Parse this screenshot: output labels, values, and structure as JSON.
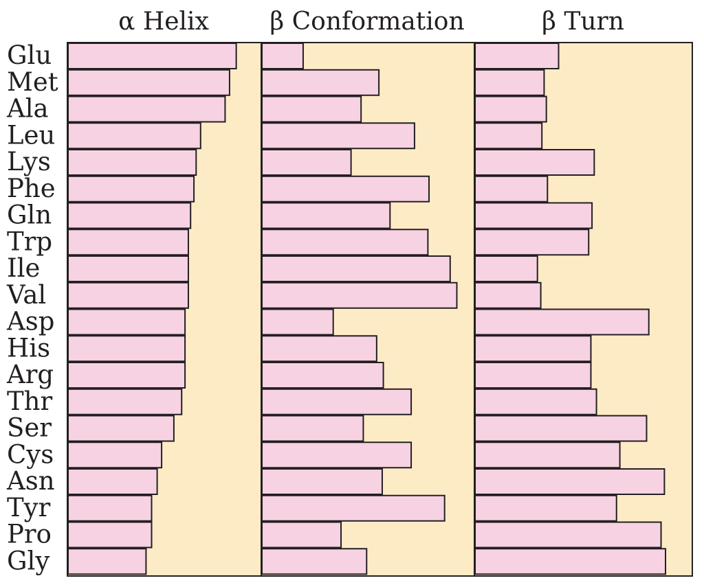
{
  "chart_data": {
    "type": "bar",
    "orientation": "horizontal",
    "categories": [
      "Glu",
      "Met",
      "Ala",
      "Leu",
      "Lys",
      "Phe",
      "Gln",
      "Trp",
      "Ile",
      "Val",
      "Asp",
      "His",
      "Arg",
      "Thr",
      "Ser",
      "Cys",
      "Asn",
      "Tyr",
      "Pro",
      "Gly"
    ],
    "series": [
      {
        "name": "α Helix",
        "values": [
          1.51,
          1.45,
          1.41,
          1.19,
          1.15,
          1.13,
          1.1,
          1.08,
          1.08,
          1.08,
          1.05,
          1.05,
          1.05,
          1.02,
          0.95,
          0.84,
          0.8,
          0.75,
          0.75,
          0.7
        ]
      },
      {
        "name": "β Conformation",
        "values": [
          0.37,
          1.05,
          0.89,
          1.37,
          0.8,
          1.5,
          1.15,
          1.49,
          1.69,
          1.75,
          0.64,
          1.03,
          1.09,
          1.34,
          0.91,
          1.34,
          1.08,
          1.64,
          0.71,
          0.94
        ]
      },
      {
        "name": "β Turn",
        "values": [
          0.75,
          0.62,
          0.64,
          0.6,
          1.07,
          0.65,
          1.05,
          1.02,
          0.56,
          0.59,
          1.56,
          1.04,
          1.04,
          1.09,
          1.54,
          1.3,
          1.7,
          1.27,
          1.67,
          1.71
        ]
      }
    ],
    "grid": false,
    "legend": "none"
  },
  "colors": {
    "background": "#fdebc6",
    "bar_fill": "#f6d2e2",
    "stroke": "#231f20"
  }
}
